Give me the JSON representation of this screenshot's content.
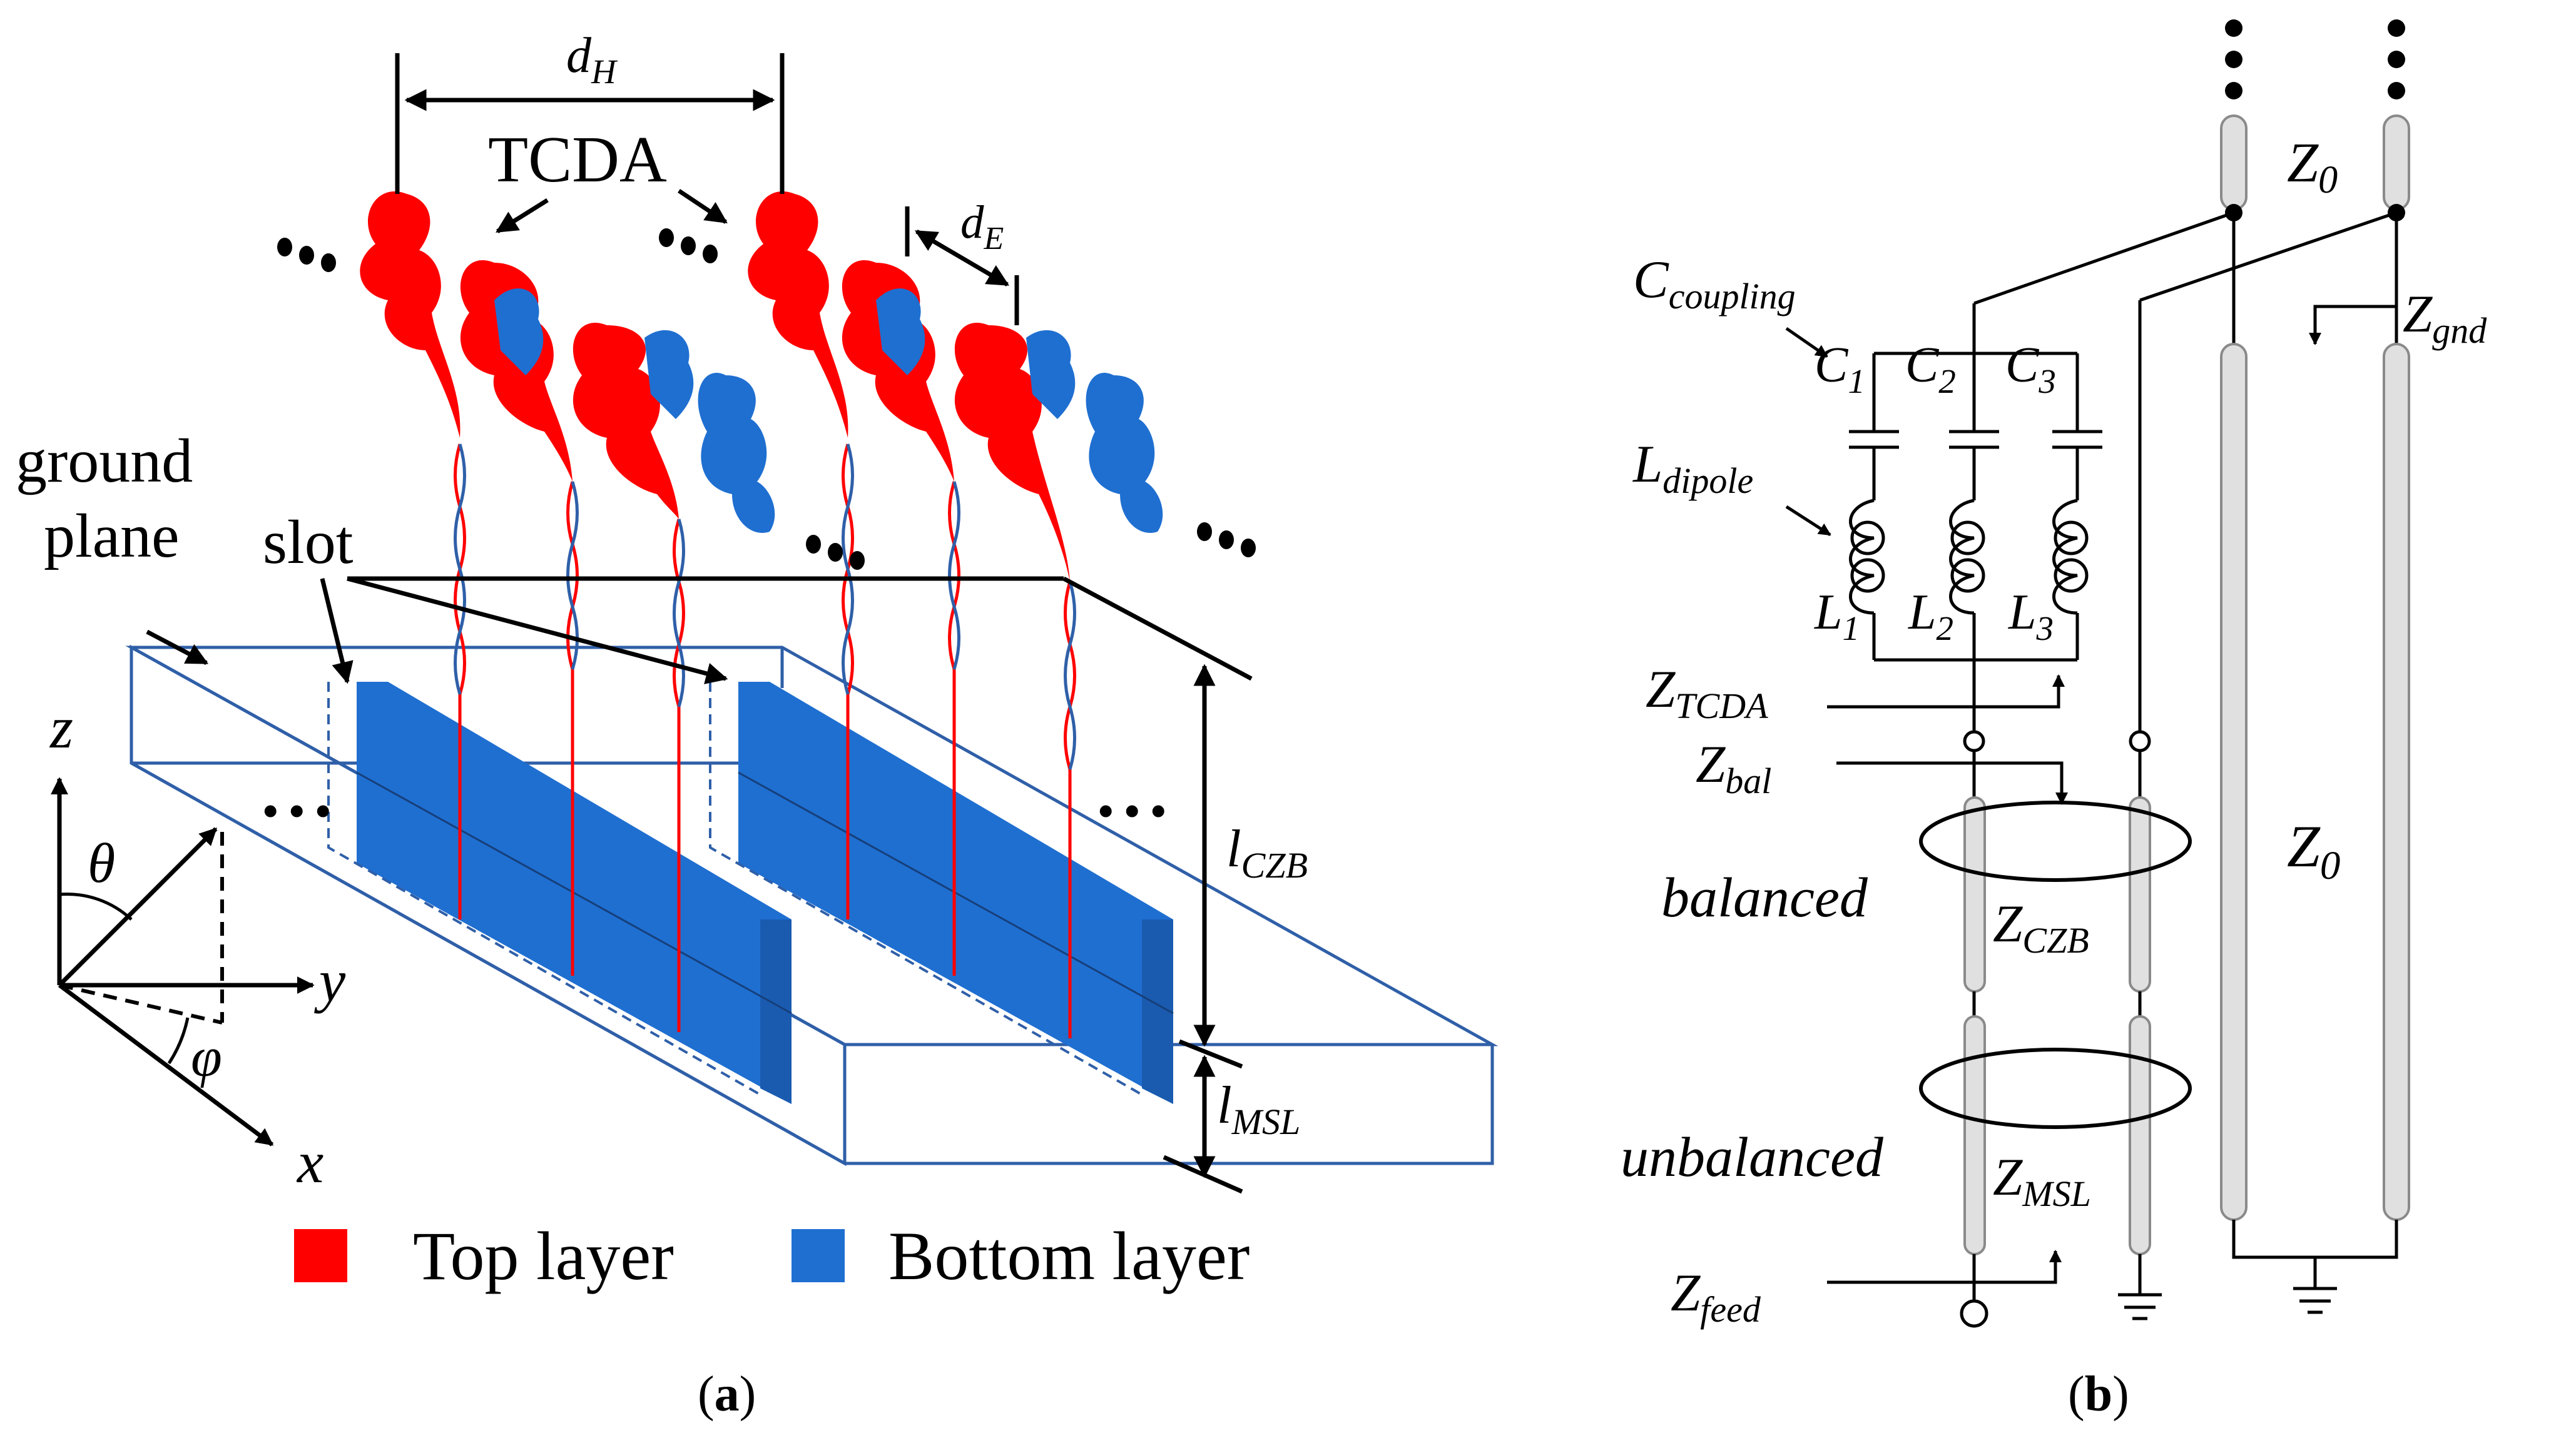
{
  "colors": {
    "top_layer": "#ff0000",
    "bottom_layer": "#1f6fd1",
    "outline_blue": "#2f5fa8",
    "line": "#000000",
    "tube_fill": "#e0e0e0"
  },
  "panel_a": {
    "caption": "(a)",
    "labels": {
      "d_h": "d",
      "d_h_sub": "H",
      "d_e": "d",
      "d_e_sub": "E",
      "tcda": "TCDA",
      "ground_plane_1": "ground",
      "ground_plane_2": "plane",
      "slot": "slot",
      "l_czb": "l",
      "l_czb_sub": "CZB",
      "l_msl": "l",
      "l_msl_sub": "MSL",
      "ellipsis_h": "• • •",
      "ellipsis_h2": "• • •"
    },
    "axes": {
      "z": "z",
      "y": "y",
      "x": "x",
      "theta": "θ",
      "phi": "φ"
    },
    "legend": [
      {
        "label": "Top layer",
        "color": "#ff0000"
      },
      {
        "label": "Bottom layer",
        "color": "#1f6fd1"
      }
    ]
  },
  "panel_b": {
    "caption": "(b)",
    "labels": {
      "z0_top": "Z",
      "z0_top_sub": "0",
      "c_coupling": "C",
      "c_coupling_sub": "coupling",
      "c1": "C",
      "c1_sub": "1",
      "c2": "C",
      "c2_sub": "2",
      "c3": "C",
      "c3_sub": "3",
      "l_dipole": "L",
      "l_dipole_sub": "dipole",
      "l1": "L",
      "l1_sub": "1",
      "l2": "L",
      "l2_sub": "2",
      "l3": "L",
      "l3_sub": "3",
      "z_gnd": "Z",
      "z_gnd_sub": "gnd",
      "z_tcda": "Z",
      "z_tcda_sub": "TCDA",
      "z_bal": "Z",
      "z_bal_sub": "bal",
      "balanced": "balanced",
      "z_czb": "Z",
      "z_czb_sub": "CZB",
      "z0_mid": "Z",
      "z0_mid_sub": "0",
      "unbalanced": "unbalanced",
      "z_msl": "Z",
      "z_msl_sub": "MSL",
      "z_feed": "Z",
      "z_feed_sub": "feed"
    }
  }
}
